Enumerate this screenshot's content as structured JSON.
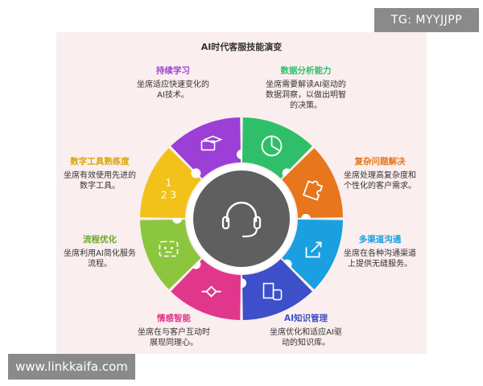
{
  "title": "AI时代客服技能演变",
  "watermark_top": "TG: MYYJJPP",
  "watermark_bottom": "www.linkkaifa.com",
  "segment_labels": {
    "digital_numbers_top": "1",
    "digital_numbers_bottom": "2 3"
  },
  "skills": [
    {
      "key": "continuous_learning",
      "title": "持续学习",
      "desc": "坐席适应快速变化的AI技术。",
      "color": "#9b3fd6",
      "icon": "graduation-icon"
    },
    {
      "key": "data_analysis",
      "title": "数据分析能力",
      "desc": "坐席需要解读AI驱动的数据洞察，以做出明智的决策。",
      "color": "#2fbf6a",
      "icon": "pie-chart-icon"
    },
    {
      "key": "complex_problem",
      "title": "复杂问题解决",
      "desc": "坐席处理高复杂度和个性化的客户需求。",
      "color": "#e8761c",
      "icon": "puzzle-icon"
    },
    {
      "key": "omnichannel",
      "title": "多渠道沟通",
      "desc": "坐席在各种沟通渠道上提供无缝服务。",
      "color": "#1aa0e0",
      "icon": "share-icon"
    },
    {
      "key": "ai_knowledge",
      "title": "AI知识管理",
      "desc": "坐席优化和适应AI驱动的知识库。",
      "color": "#3d4fc9",
      "icon": "knowledge-icon"
    },
    {
      "key": "emotional_intelligence",
      "title": "情感智能",
      "desc": "坐席在与客户互动时展现同理心。",
      "color": "#e0368c",
      "icon": "handshake-icon"
    },
    {
      "key": "process_optimization",
      "title": "流程优化",
      "desc": "坐席利用AI简化服务流程。",
      "color": "#8cc63f",
      "icon": "robot-icon"
    },
    {
      "key": "digital_tools",
      "title": "数字工具熟练度",
      "desc": "坐席有效使用先进的数字工具。",
      "color": "#f2c21b",
      "icon": "numbers-icon"
    }
  ],
  "center_icon": "headset-icon",
  "colors": {
    "background": "#fbeeee",
    "center": "#5f5f5f",
    "gap_ring": "#ffffff"
  }
}
